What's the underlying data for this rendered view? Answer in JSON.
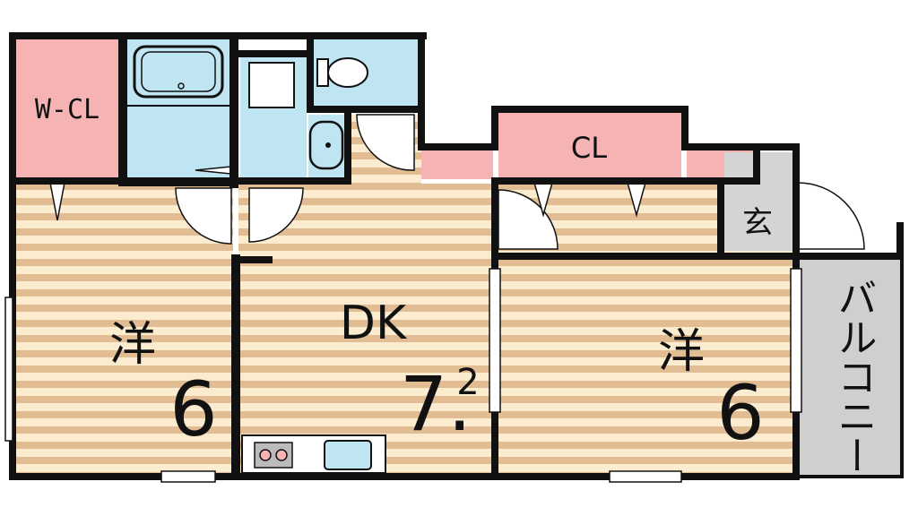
{
  "rooms": {
    "walk_in_closet": "W-CL",
    "closet": "CL",
    "entrance": "玄",
    "dining_kitchen": "DK",
    "dining_kitchen_size_main": "7.",
    "dining_kitchen_size_sup": "2",
    "west_room": "洋",
    "west_room_size": "6",
    "east_room": "洋",
    "east_room_size": "6",
    "balcony": "バルコニー"
  },
  "colors": {
    "wall": "#111111",
    "closet_pink": "#f5b3b3",
    "wet_blue": "#bfe4f2",
    "floor_stripe_dark": "#e2bd93",
    "floor_stripe_light": "#fbecd0",
    "balcony_gray": "#cfcfcf",
    "entrance_gray": "#d4d4d4"
  }
}
